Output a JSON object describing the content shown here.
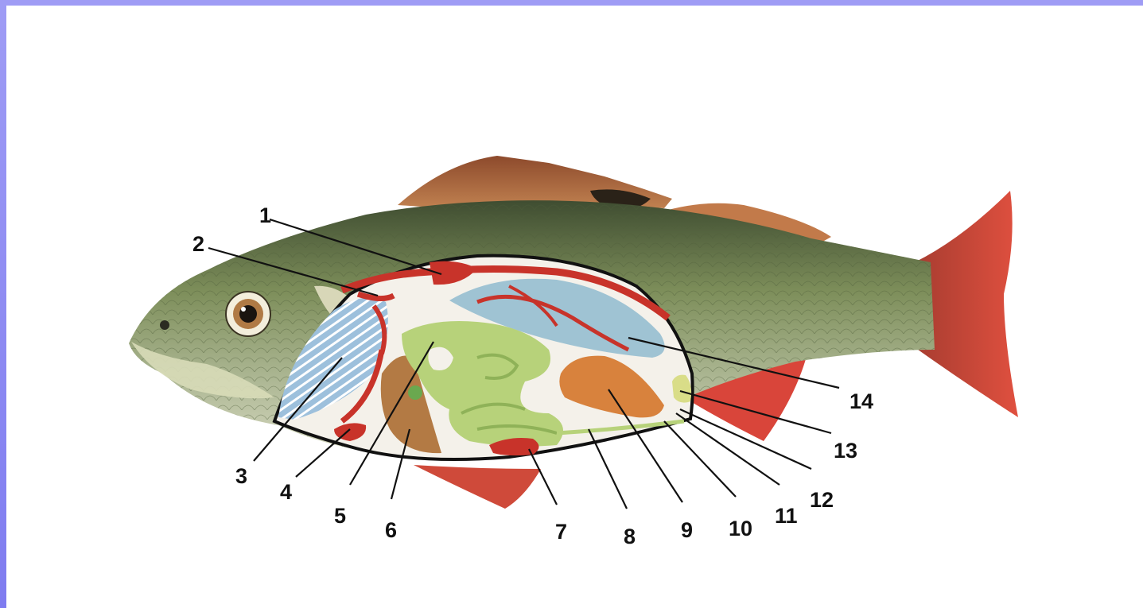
{
  "diagram": {
    "labels": [
      "1",
      "2",
      "3",
      "4",
      "5",
      "6",
      "7",
      "8",
      "9",
      "10",
      "11",
      "12",
      "13",
      "14"
    ],
    "colors": {
      "body_dorsal": "#5d7048",
      "body_ventral": "#d3d6b6",
      "fin_red": "#d9453a",
      "dorsal_fin": "#b06a3c",
      "cavity": "#f4f1ea",
      "vessel_red": "#c8332a",
      "gill_blue": "#8fb6d5",
      "intestine_green": "#b7d27a",
      "liver_brown": "#b37a44",
      "gonad_orange": "#d8823d",
      "swim_bladder": "#9fc3d3"
    }
  }
}
